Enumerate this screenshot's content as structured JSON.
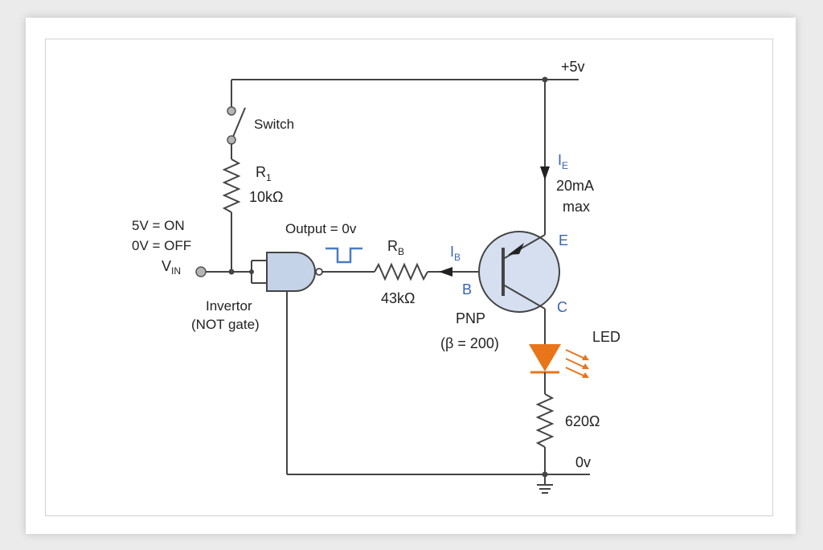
{
  "labels": {
    "supply": "+5v",
    "ground": "0v",
    "switch": "Switch",
    "r1_name": "R",
    "r1_sub": "1",
    "r1_value": "10kΩ",
    "vin_on": "5V = ON",
    "vin_off": "0V = OFF",
    "vin_name": "V",
    "vin_sub": "IN",
    "output": "Output = 0v",
    "rb_name": "R",
    "rb_sub": "B",
    "rb_value": "43kΩ",
    "ib_name": "I",
    "ib_sub": "B",
    "ie_name": "I",
    "ie_sub": "E",
    "current_max_1": "20mA",
    "current_max_2": "max",
    "emitter": "E",
    "base": "B",
    "collector": "C",
    "transistor_type": "PNP",
    "beta": "(β = 200)",
    "invertor_1": "Invertor",
    "invertor_2": "(NOT gate)",
    "led": "LED",
    "r_led": "620Ω"
  },
  "colors": {
    "wire": "#444444",
    "component_fill": "#c5d3e8",
    "label_blue": "#3a63b0",
    "led": "#e8751a",
    "pulse": "#4a7cc0"
  }
}
